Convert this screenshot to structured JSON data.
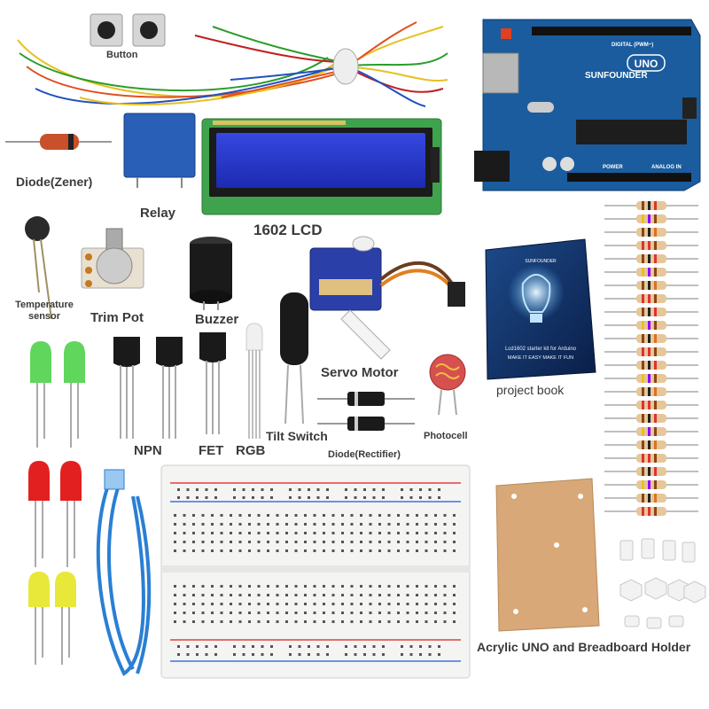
{
  "labels": {
    "button": "Button",
    "diode_zener": "Diode(Zener)",
    "relay": "Relay",
    "lcd": "1602 LCD",
    "temperature_sensor_1": "Temperature",
    "temperature_sensor_2": "sensor",
    "trim_pot": "Trim Pot",
    "buzzer": "Buzzer",
    "servo_motor": "Servo Motor",
    "project_book": "project book",
    "npn": "NPN",
    "fet": "FET",
    "rgb": "RGB",
    "tilt_switch": "Tilt Switch",
    "diode_rectifier": "Diode(Rectifier)",
    "photocell": "Photocell",
    "acrylic_holder": "Acrylic UNO and Breadboard Holder"
  },
  "board": {
    "brand": "SUNFOUNDER",
    "model": "UNO",
    "digital_label": "DIGITAL (PWM~)",
    "power_label": "POWER",
    "analog_label": "ANALOG IN"
  },
  "book": {
    "brand": "SUNFOUNDER",
    "title": "Lcd1602 starter kit for Arduino",
    "slogan": "MAKE IT EASY MAKE IT FUN"
  },
  "colors": {
    "board_blue": "#1a5c9e",
    "lcd_blue": "#2b3fd0",
    "pcb_green": "#3fa34d",
    "relay_blue": "#2a5fb8",
    "cable_blue": "#2a7fd4",
    "led_green": "#4fd14a",
    "led_red": "#e22020",
    "led_yellow": "#e8e83a",
    "acrylic_tan": "#d9a878",
    "book_navy": "#0f2a5c"
  }
}
